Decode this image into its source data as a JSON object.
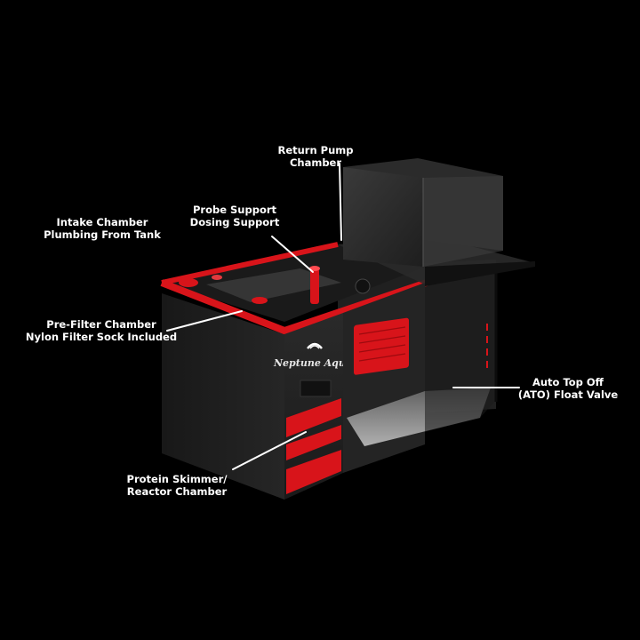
{
  "labels": {
    "return_pump": [
      "Return Pump",
      "Chamber"
    ],
    "probe_support": [
      "Probe Support",
      "Dosing Support"
    ],
    "intake": [
      "Intake Chamber",
      "Plumbing From Tank"
    ],
    "prefilter": [
      "Pre-Filter Chamber",
      "Nylon Filter Sock Included"
    ],
    "ato": [
      "Auto Top Off",
      "(ATO) Float Valve"
    ],
    "skimmer": [
      "Protein Skimmer/",
      "Reactor Chamber"
    ]
  },
  "brand": "Neptune Aqua",
  "colors": {
    "background": "#000000",
    "tank_body": "#1c1c1c",
    "accent_red": "#d8141a",
    "label_text": "#ffffff"
  }
}
